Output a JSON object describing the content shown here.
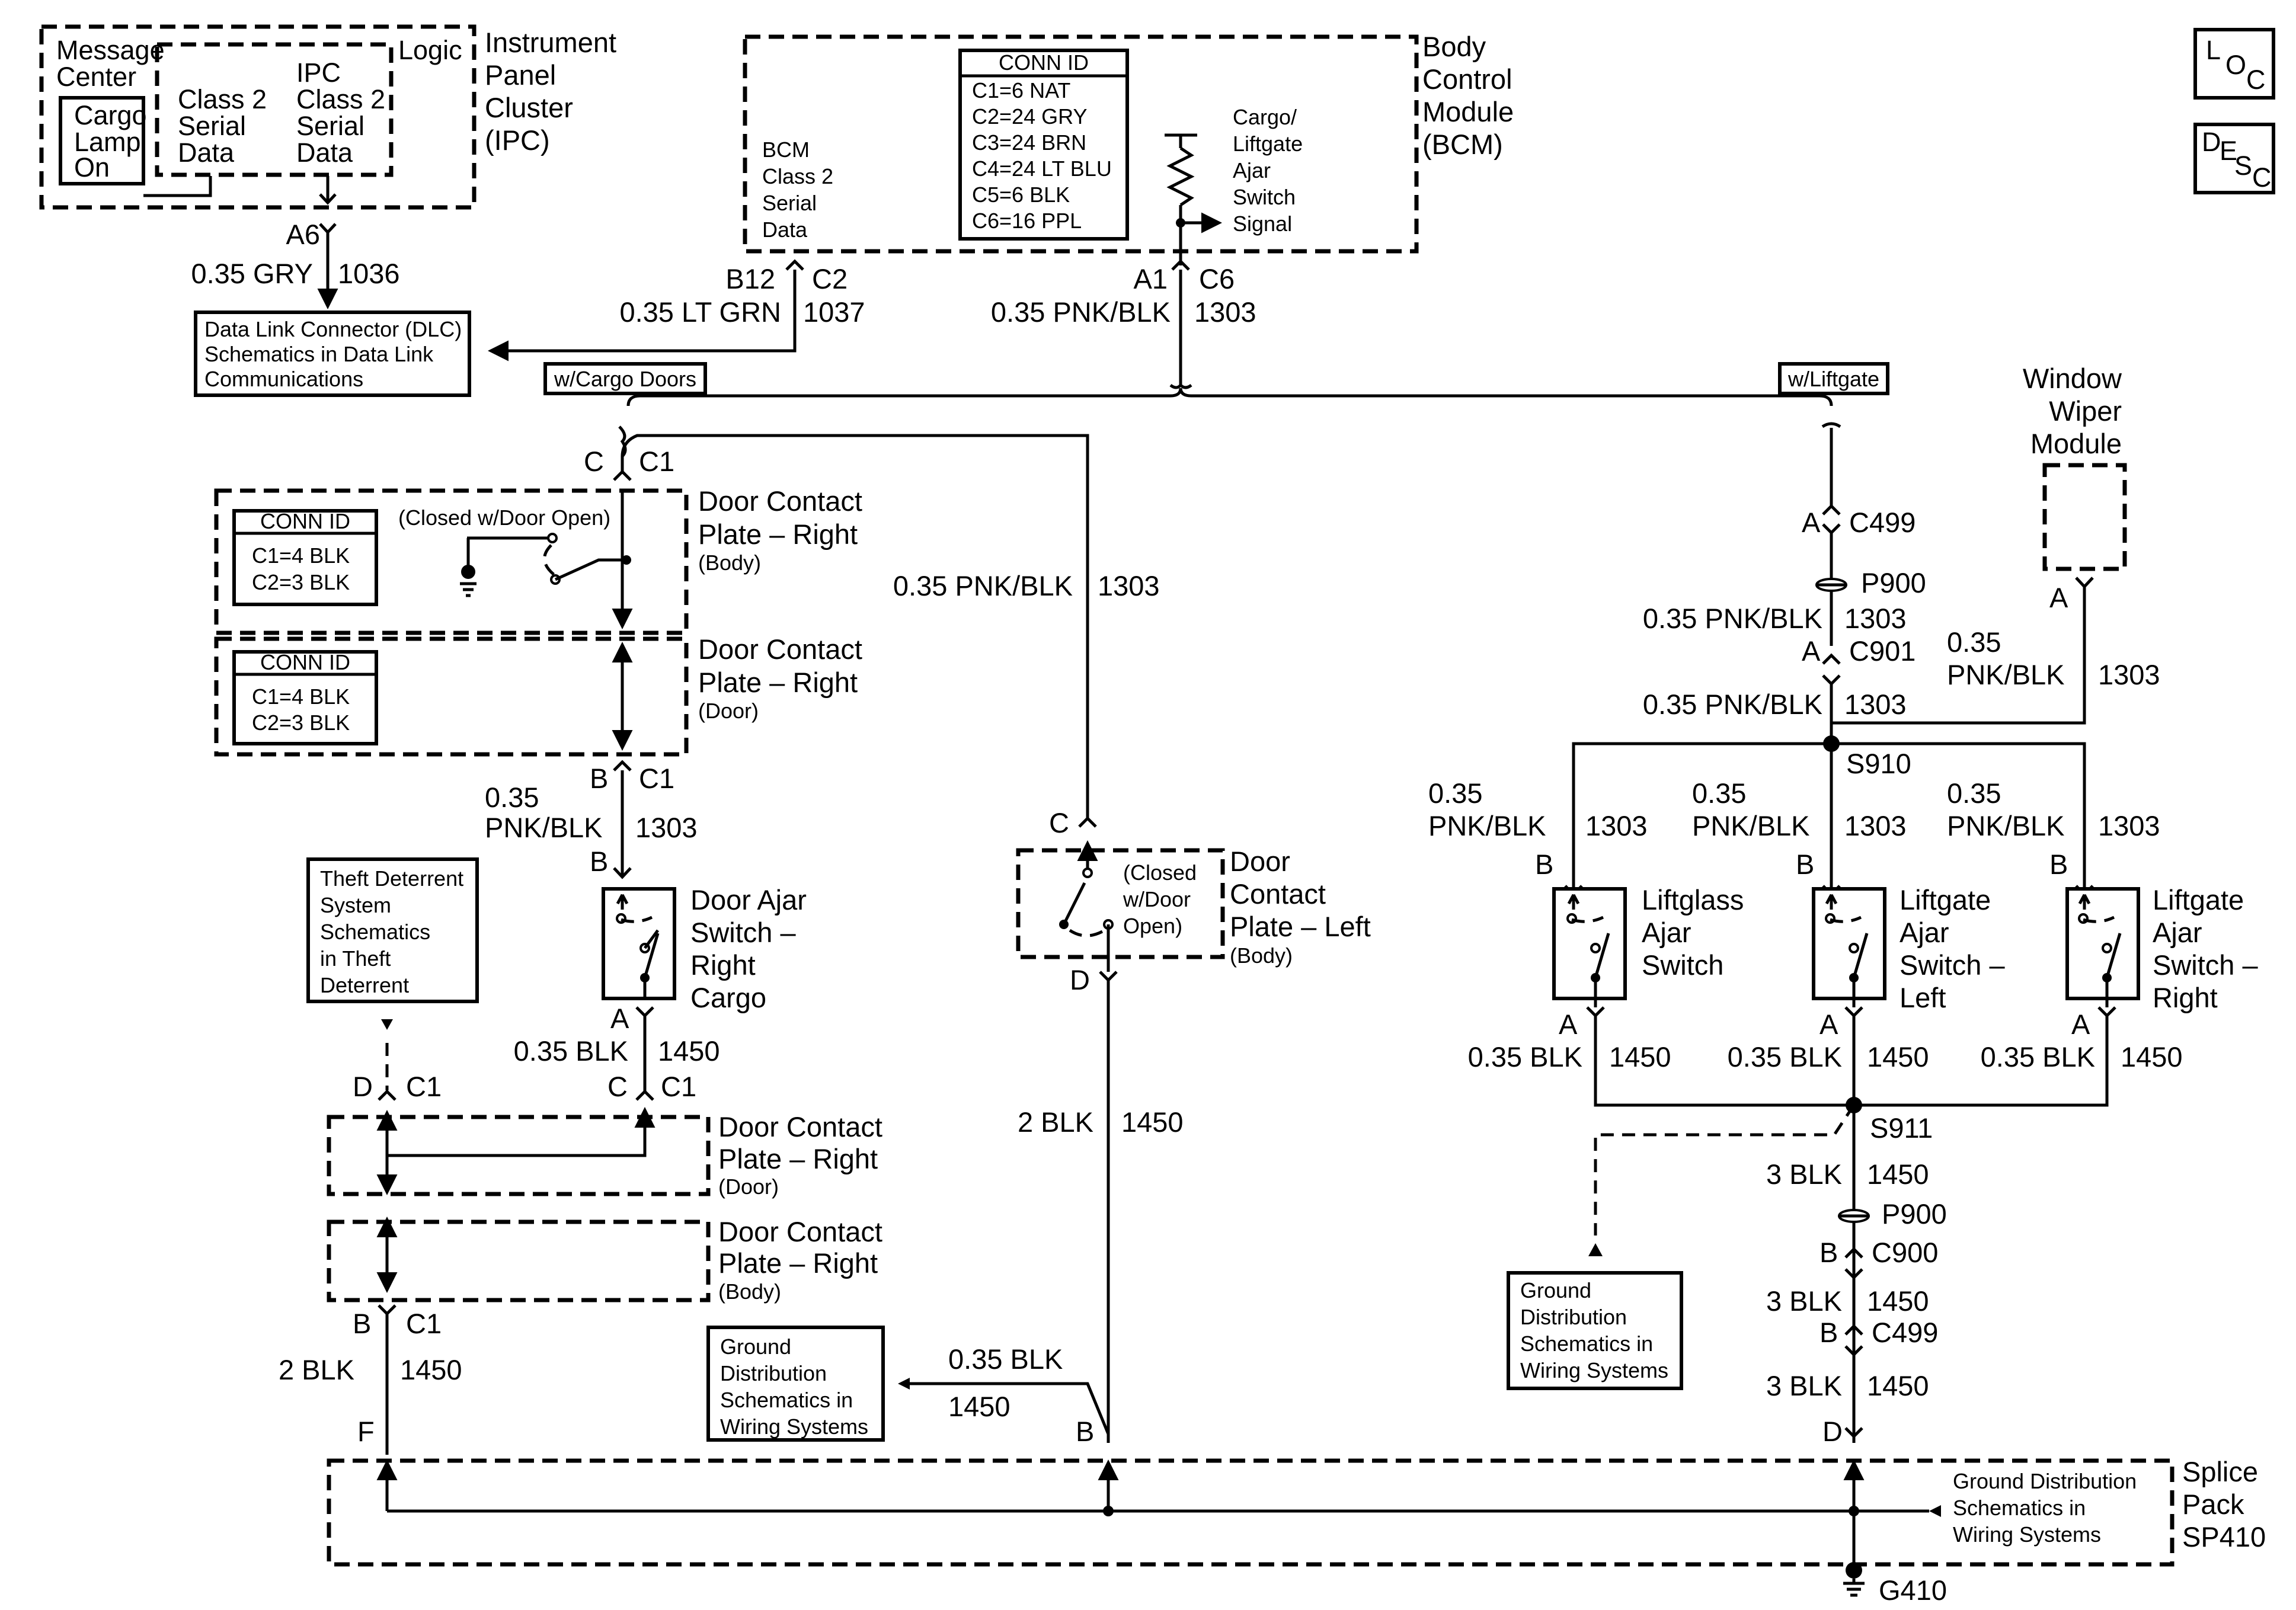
{
  "ipc": {
    "title": [
      "Instrument",
      "Panel",
      "Cluster",
      "(IPC)"
    ],
    "message_center": [
      "Message",
      "Center"
    ],
    "cargo_lamp": [
      "Cargo",
      "Lamp",
      "On"
    ],
    "logic": "Logic",
    "class2_a": [
      "Class 2",
      "Serial",
      "Data"
    ],
    "class2_b": [
      "IPC",
      "Class 2",
      "Serial",
      "Data"
    ],
    "pin": "A6",
    "wire": "0.35 GRY",
    "circuit": "1036"
  },
  "dlc": [
    "Data Link Connector (DLC)",
    "Schematics in Data Link",
    "Communications"
  ],
  "bcm": {
    "title": [
      "Body",
      "Control",
      "Module",
      "(BCM)"
    ],
    "class2": [
      "BCM",
      "Class 2",
      "Serial",
      "Data"
    ],
    "conn_id_title": "CONN ID",
    "conn_ids": [
      "C1=6 NAT",
      "C2=24 GRY",
      "C3=24 BRN",
      "C4=24 LT BLU",
      "C5=6 BLK",
      "C6=16 PPL"
    ],
    "switch_signal": [
      "Cargo/",
      "Liftgate",
      "Ajar",
      "Switch",
      "Signal"
    ],
    "pin_b12": "B12",
    "conn_c2": "C2",
    "wire_b12": "0.35 LT GRN",
    "circuit_b12": "1037",
    "pin_a1": "A1",
    "conn_c6": "C6",
    "wire_a1": "0.35 PNK/BLK",
    "circuit_a1": "1303"
  },
  "options": {
    "cargo_doors": "w/Cargo Doors",
    "liftgate": "w/Liftgate"
  },
  "locator_icons": {
    "loc": [
      "L",
      "O",
      "C"
    ],
    "desc": [
      "D",
      "E",
      "S",
      "C"
    ]
  },
  "cargo_side": {
    "c": "C",
    "c1": "C1",
    "b": "B",
    "dcp_body_title": [
      "Door Contact",
      "Plate – Right",
      "(Body)"
    ],
    "dcp_door_title": [
      "Door Contact",
      "Plate – Right",
      "(Door)"
    ],
    "closed_note": "(Closed w/Door Open)",
    "conn_id_title": "CONN ID",
    "conn_ids": [
      "C1=4 BLK",
      "C2=3 BLK"
    ],
    "wire_1303": [
      "0.35",
      "PNK/BLK",
      "1303"
    ],
    "door_ajar_title": [
      "Door Ajar",
      "Switch –",
      "Right",
      "Cargo"
    ],
    "pin_a": "A",
    "wire_1450": "0.35 BLK",
    "circuit_1450": "1450",
    "theft": [
      "Theft Deterrent",
      "System",
      "Schematics",
      "in Theft",
      "Deterrent"
    ],
    "d": "D",
    "f": "F",
    "wire_2blk": "2 BLK",
    "mid_wire": "0.35 PNK/BLK",
    "mid_circuit": "1303",
    "dcp_left_title": [
      "Door",
      "Contact",
      "Plate – Left",
      "(Body)"
    ],
    "dcp_left_note": [
      "(Closed",
      "w/Door",
      "Open)"
    ],
    "mid_2blk": "2 BLK",
    "mid_1450": "1450",
    "ground_left": [
      "Ground",
      "Distribution",
      "Schematics in",
      "Wiring Systems"
    ],
    "ground_wire": "0.35 BLK",
    "ground_circuit": "1450"
  },
  "liftgate_side": {
    "a": "A",
    "c499": "C499",
    "p900": "P900",
    "c901": "C901",
    "wire": "0.35 PNK/BLK",
    "circuit": "1303",
    "window_wiper": [
      "Window",
      "Wiper",
      "Module"
    ],
    "ww_wire": [
      "0.35",
      "PNK/BLK"
    ],
    "s910": "S910",
    "b": "B",
    "switch_wire": [
      "0.35",
      "PNK/BLK"
    ],
    "liftglass": [
      "Liftglass",
      "Ajar",
      "Switch"
    ],
    "liftgate_left": [
      "Liftgate",
      "Ajar",
      "Switch –",
      "Left"
    ],
    "liftgate_right": [
      "Liftgate",
      "Ajar",
      "Switch –",
      "Right"
    ],
    "blk_wire": "0.35 BLK",
    "blk_circuit": "1450",
    "s911": "S911",
    "wire_3blk": "3 BLK",
    "c900": "C900",
    "d": "D",
    "ground_right": [
      "Ground",
      "Distribution",
      "Schematics in",
      "Wiring Systems"
    ]
  },
  "splice_pack": {
    "title": [
      "Splice",
      "Pack",
      "SP410"
    ],
    "ground": [
      "Ground Distribution",
      "Schematics in",
      "Wiring Systems"
    ],
    "g410": "G410"
  }
}
